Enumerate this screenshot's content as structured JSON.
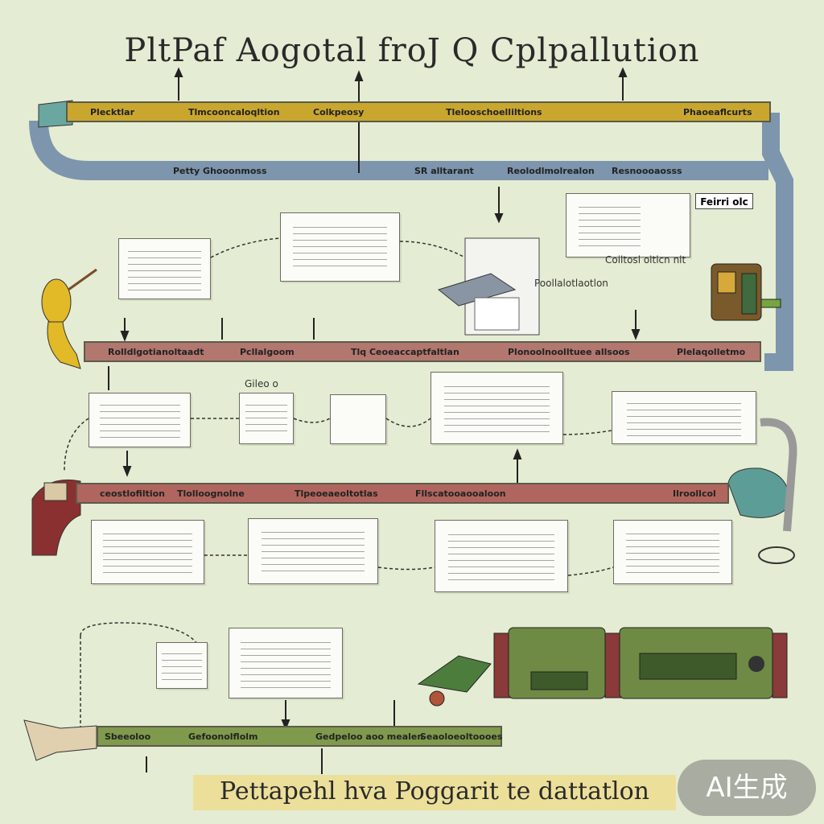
{
  "title": "PltPaf Aogotal froJ Q Cplpallution",
  "footer": "Pettapehl hva Poggarit te dattatlon",
  "watermark": "AI生成",
  "badge": "Feirri olc",
  "bars": [
    {
      "labels": [
        "Plecktlar",
        "Tlmcooncaloqltion",
        "Colkpeosy",
        "Tlelooschoelliltions",
        "Phaoeaflcurts"
      ]
    },
    {
      "labels": [
        "Petty Ghooonmoss",
        "SR alltarant",
        "Reolodlmolrealon",
        "Resnoooaosss"
      ]
    },
    {
      "labels": [
        "Rolldlgotianoltaadt",
        "Pcllalgoom",
        "Tlq Ceoeaccaptfaltlan",
        "Plonoolnoolltuee allsoos",
        "Plelaqolletmo"
      ]
    },
    {
      "labels": [
        "ceostlofiltion",
        "Tlolloognolne",
        "Tlpeoeaeoltotlas",
        "Fllscatooaooaloon",
        "Ilroollcol"
      ]
    },
    {
      "labels": [
        "Sbeeoloo",
        "Gefoonolflolm",
        "Gedpeloo aoo mealen",
        "Seaoloeoltoooes"
      ]
    }
  ],
  "notes": {
    "grid_caption": "Gileo o",
    "printer_caption": "Coiltosl oltlcn nlt",
    "small_caption": "Poollalotlaotlon"
  },
  "colors": {
    "bar1": "#c9a72e",
    "bar2": "#7d95ad",
    "bar3": "#b2776f",
    "bar4": "#b0665e",
    "bar5": "#7f9a4c",
    "background": "#e4ecd3",
    "footer_band": "#ecdf9a"
  },
  "icons": [
    "person-figure-icon",
    "dragon-figure-icon",
    "robot-box-icon",
    "printer-icon",
    "teapot-icon",
    "console-machine-icon",
    "hand-icon"
  ]
}
